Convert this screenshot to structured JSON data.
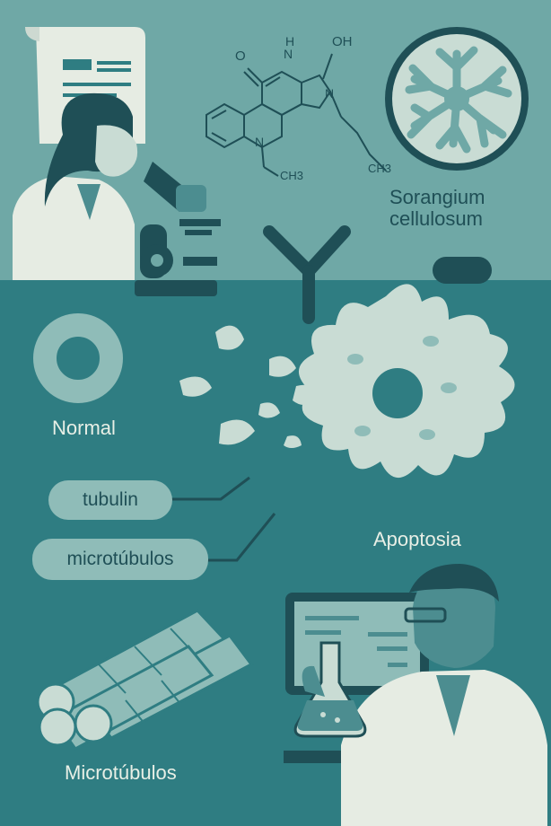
{
  "labels": {
    "sorangium_line1": "Sorangium",
    "sorangium_line2": "cellulosum",
    "normal": "Normal",
    "tubulin": "tubulin",
    "microtubulos_pill": "microtúbulos",
    "apoptosis": "Apoptosia",
    "microtubulos_bottom": "Microtúbulos"
  },
  "molecule": {
    "atom_oh": "OH",
    "atom_o": "O",
    "atom_n_nh": "N",
    "atom_h": "H",
    "atom_n_ring": "N",
    "atom_n_quin": "N",
    "group_ch3_left": "CH3",
    "group_ch3_right": "CH3"
  },
  "icons": [
    "document-icon",
    "scientist-microscope",
    "microscope-icon",
    "bacteria-colony-icon",
    "antibody-icon",
    "normal-cell-ring",
    "apoptotic-cell",
    "microtubule-bundle-icon",
    "scientist-flask",
    "monitor-icon",
    "flask-icon"
  ],
  "colors": {
    "top_bg": "#6fa8a6",
    "bottom_bg": "#2f7d82",
    "light": "#c9dcd4",
    "dark": "#1f4f56",
    "text": "#e8efe6"
  }
}
